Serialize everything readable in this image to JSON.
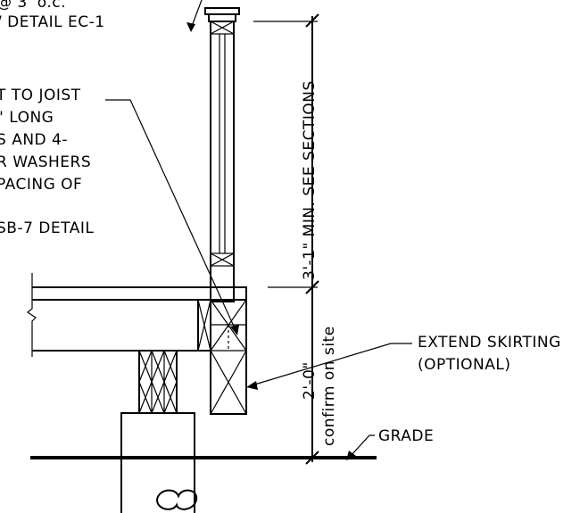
{
  "notes": {
    "top_line1": "@ 3' o.c.",
    "top_line2": "/ DETAIL EC-1",
    "bolt_line1": "T TO JOIST",
    "bolt_line2": "\" LONG",
    "bolt_line3": "S AND 4-",
    "bolt_line4": "R WASHERS",
    "bolt_line5": "PACING OF",
    "bolt_line6": "SB-7 DETAIL"
  },
  "dimensions": {
    "upper": "3'-1\" MIN. SEE SECTIONS",
    "lower": "2'-0\"",
    "confirm": "confirm on site"
  },
  "callouts": {
    "skirting_line1": "EXTEND SKIRTING",
    "skirting_line2": "(OPTIONAL)",
    "grade": "GRADE"
  }
}
